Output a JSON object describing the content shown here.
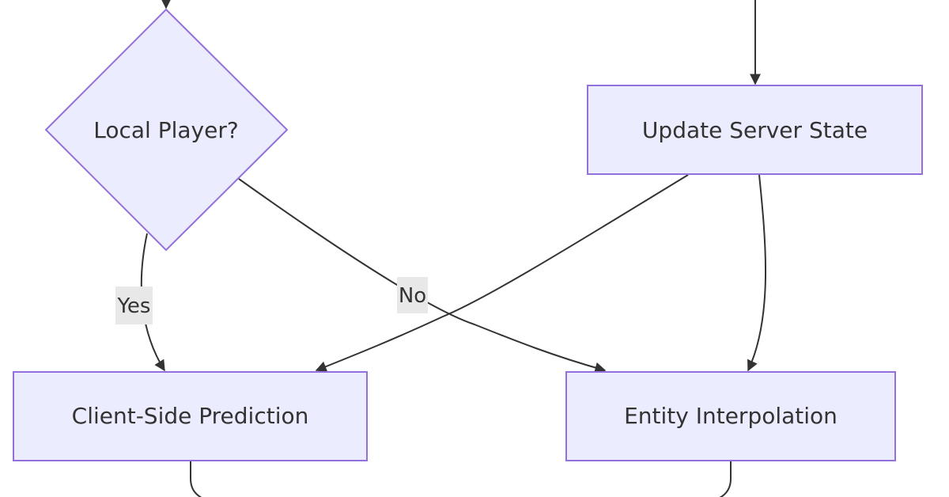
{
  "diagram": {
    "type": "flowchart",
    "nodes": {
      "local_player": "Local Player?",
      "update_server_state": "Update Server State",
      "client_side_prediction": "Client-Side Prediction",
      "entity_interpolation": "Entity Interpolation"
    },
    "edges": [
      {
        "from": "local_player",
        "to": "client_side_prediction",
        "label": "Yes"
      },
      {
        "from": "local_player",
        "to": "entity_interpolation",
        "label": "No"
      },
      {
        "from": "update_server_state",
        "to": "client_side_prediction",
        "label": ""
      },
      {
        "from": "update_server_state",
        "to": "entity_interpolation",
        "label": ""
      }
    ],
    "colors": {
      "node_fill": "#ECECFF",
      "node_stroke": "#9370DB",
      "edge": "#333333",
      "edge_label_bg": "#E8E8E8",
      "text": "#333333"
    }
  }
}
